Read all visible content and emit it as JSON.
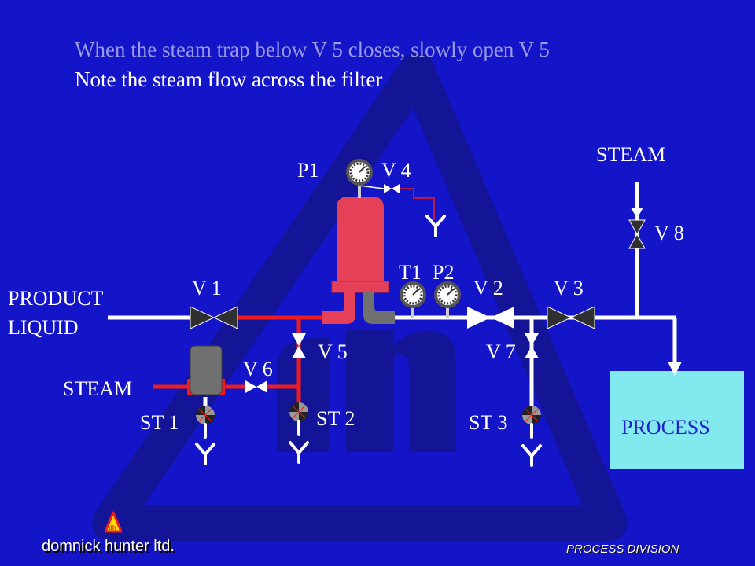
{
  "instructions": {
    "line1": "When the steam trap below V 5 closes, slowly open V 5",
    "line2": "Note the steam flow across the filter"
  },
  "labels": {
    "steam_top": "STEAM",
    "steam_left": "STEAM",
    "product_line1": "PRODUCT",
    "product_line2": "LIQUID",
    "process": "PROCESS",
    "p1": "P1",
    "p2": "P2",
    "t1": "T1",
    "v1": "V 1",
    "v2": "V 2",
    "v3": "V 3",
    "v4": "V 4",
    "v5": "V 5",
    "v6": "V 6",
    "v7": "V 7",
    "v8": "V 8",
    "st1": "ST 1",
    "st2": "ST 2",
    "st3": "ST 3"
  },
  "footer": {
    "company": "domnick hunter ltd.",
    "division": "PROCESS DIVISION"
  },
  "colors": {
    "background": "#1414c8",
    "watermark": "#141496",
    "pipe_white": "#ffffff",
    "pipe_red": "#ee1c1c",
    "filter_red": "#e44058",
    "process_box": "#82eaee",
    "instruction_line1": "#9a9ae4",
    "valve_dark": "#303030"
  },
  "icons": {
    "valve": "gate-valve-icon",
    "gauge": "pressure-gauge-icon",
    "trap": "steam-trap-icon",
    "drain": "drain-icon",
    "logo": "dh-triangle-logo-icon"
  }
}
